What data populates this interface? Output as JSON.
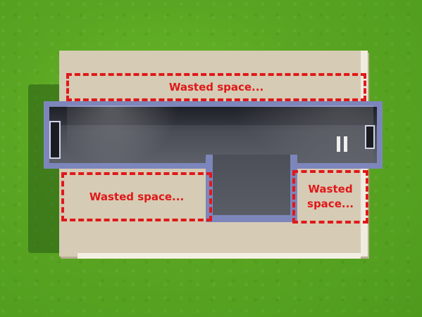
{
  "scene": {
    "annotations": [
      {
        "label": "Wasted space..."
      },
      {
        "label": "Wasted space..."
      },
      {
        "label": "Wasted space..."
      }
    ]
  },
  "colors": {
    "grass": "#5aa622",
    "roof": "#d6cbb4",
    "wall_trim": "#7d86bb",
    "room_floor": "#4a4d55",
    "annotation": "#e0181a"
  },
  "icons": [
    "window-icon",
    "wall-light-icon"
  ]
}
